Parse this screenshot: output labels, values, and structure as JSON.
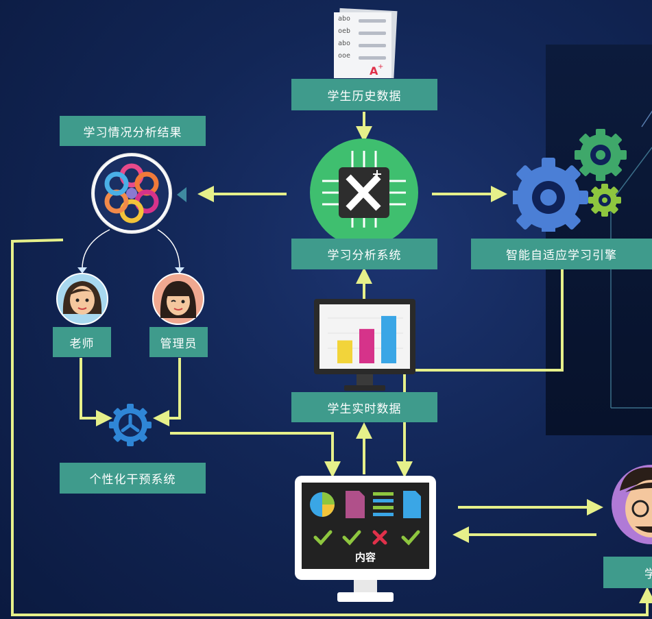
{
  "labels": {
    "history": "学生历史数据",
    "analysis_result": "学习情况分析结果",
    "analysis_system": "学习分析系统",
    "adaptive_engine": "智能自适应学习引擎",
    "teacher": "老师",
    "admin": "管理员",
    "realtime": "学生实时数据",
    "intervention": "个性化干预系统",
    "content": "内容",
    "student_partial": "学"
  },
  "document": {
    "rows": [
      "abo",
      "oeb",
      "abo",
      "ooe"
    ],
    "grade": "A",
    "grade_sup": "+"
  },
  "colors": {
    "label_bg": "#3f9b8c",
    "arrow": "#e6f08a",
    "chip_circle": "#3fbf6f",
    "gear_blue": "#4b7fd6",
    "gear_green": "#3fa86a",
    "bar_yellow": "#f2d43a",
    "bar_pink": "#d6338a",
    "bar_blue": "#3aa6e6"
  },
  "chart_data": {
    "type": "bar",
    "categories": [
      "",
      "",
      ""
    ],
    "values": [
      30,
      45,
      62
    ],
    "ylim": [
      0,
      70
    ]
  },
  "icons": {
    "content_row1": [
      "pie-chart-icon",
      "document-icon",
      "list-icon",
      "file-icon"
    ],
    "content_row2": [
      "check-icon",
      "check-icon",
      "cross-icon",
      "check-icon"
    ]
  }
}
